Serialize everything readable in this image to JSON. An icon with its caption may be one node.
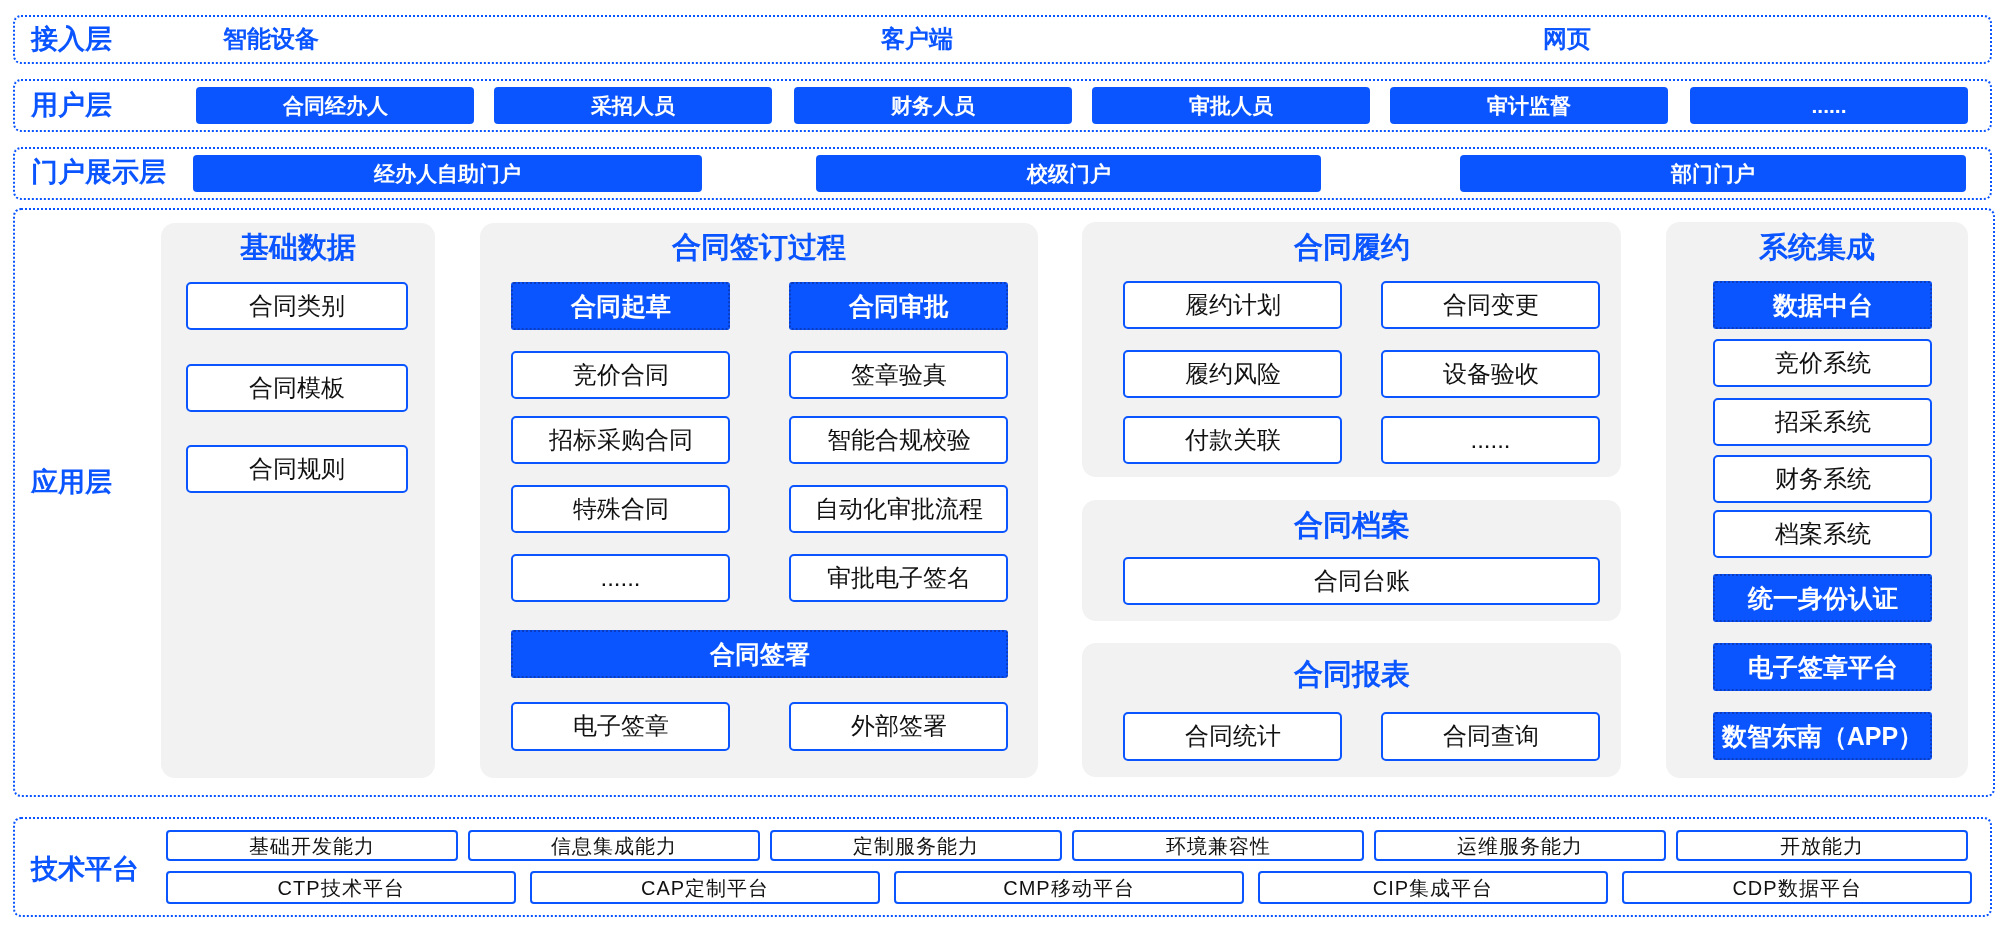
{
  "diagram": {
    "nodes": [
      {
        "text": [
          "接入层",
          "智能设备",
          "客户端",
          "网页"
        ]
      },
      {
        "text": [
          "用户层"
        ]
      },
      {
        "text": [
          "合同经办人"
        ],
        "in": 1
      },
      {
        "text": [
          "采招人员"
        ],
        "in": 1
      },
      {
        "text": [
          "财务人员"
        ],
        "in": 1
      },
      {
        "text": [
          "审批人员"
        ],
        "in": 1
      },
      {
        "text": [
          "审计监督"
        ],
        "in": 1
      },
      {
        "text": [
          "......"
        ],
        "in": 1
      },
      {
        "text": [
          "门户展示层"
        ]
      },
      {
        "text": [
          "经办人自助门户"
        ],
        "in": 8
      },
      {
        "text": [
          "校级门户"
        ],
        "in": 8
      },
      {
        "text": [
          "部门门户"
        ],
        "in": 8
      },
      {
        "text": [
          "应用层"
        ]
      },
      {
        "text": [
          "基础数据"
        ],
        "in": 12
      },
      {
        "text": [
          "合同类别"
        ],
        "in": 13
      },
      {
        "text": [
          "合同模板"
        ],
        "in": 13
      },
      {
        "text": [
          "合同规则"
        ],
        "in": 13
      },
      {
        "text": [
          "合同签订过程"
        ],
        "in": 12
      },
      {
        "text": [
          "合同起草"
        ],
        "in": 17
      },
      {
        "text": [
          "合同审批"
        ],
        "in": 17
      },
      {
        "text": [
          "竞价合同"
        ],
        "in": 17
      },
      {
        "text": [
          "签章验真"
        ],
        "in": 17
      },
      {
        "text": [
          "招标采购合同"
        ],
        "in": 17
      },
      {
        "text": [
          "智能合规校验"
        ],
        "in": 17
      },
      {
        "text": [
          "特殊合同"
        ],
        "in": 17
      },
      {
        "text": [
          "自动化审批流程"
        ],
        "in": 17
      },
      {
        "text": [
          "......"
        ],
        "in": 17
      },
      {
        "text": [
          "审批电子签名"
        ],
        "in": 17
      },
      {
        "text": [
          "合同签署"
        ],
        "in": 17
      },
      {
        "text": [
          "电子签章"
        ],
        "in": 17
      },
      {
        "text": [
          "外部签署"
        ],
        "in": 17
      },
      {
        "text": [
          "合同履约"
        ],
        "in": 12
      },
      {
        "text": [
          "履约计划"
        ],
        "in": 31
      },
      {
        "text": [
          "合同变更"
        ],
        "in": 31
      },
      {
        "text": [
          "履约风险"
        ],
        "in": 31
      },
      {
        "text": [
          "设备验收"
        ],
        "in": 31
      },
      {
        "text": [
          "付款关联"
        ],
        "in": 31
      },
      {
        "text": [
          "......"
        ],
        "in": 31
      },
      {
        "text": [
          "合同档案"
        ],
        "in": 12
      },
      {
        "text": [
          "合同台账"
        ],
        "in": 38
      },
      {
        "text": [
          "合同报表"
        ],
        "in": 12
      },
      {
        "text": [
          "合同统计"
        ],
        "in": 40
      },
      {
        "text": [
          "合同查询"
        ],
        "in": 40
      },
      {
        "text": [
          "系统集成"
        ],
        "in": 12
      },
      {
        "text": [
          "数据中台"
        ],
        "in": 43
      },
      {
        "text": [
          "竞价系统"
        ],
        "in": 43
      },
      {
        "text": [
          "招采系统"
        ],
        "in": 43
      },
      {
        "text": [
          "财务系统"
        ],
        "in": 43
      },
      {
        "text": [
          "档案系统"
        ],
        "in": 43
      },
      {
        "text": [
          "统一身份认证"
        ],
        "in": 43
      },
      {
        "text": [
          "电子签章平台"
        ],
        "in": 43
      },
      {
        "text": [
          "数智东南（APP）"
        ],
        "in": 43
      },
      {
        "text": [
          "技术平台"
        ]
      },
      {
        "text": [
          "基础开发能力"
        ],
        "in": 52
      },
      {
        "text": [
          "信息集成能力"
        ],
        "in": 52
      },
      {
        "text": [
          "定制服务能力"
        ],
        "in": 52
      },
      {
        "text": [
          "环境兼容性"
        ],
        "in": 52
      },
      {
        "text": [
          "运维服务能力"
        ],
        "in": 52
      },
      {
        "text": [
          "开放能力"
        ],
        "in": 52
      },
      {
        "text": [
          "CTP技术平台"
        ],
        "in": 52
      },
      {
        "text": [
          "CAP定制平台"
        ],
        "in": 52
      },
      {
        "text": [
          "CMP移动平台"
        ],
        "in": 52
      },
      {
        "text": [
          "CIP集成平台"
        ],
        "in": 52
      },
      {
        "text": [
          "CDP数据平台"
        ],
        "in": 52
      }
    ]
  }
}
